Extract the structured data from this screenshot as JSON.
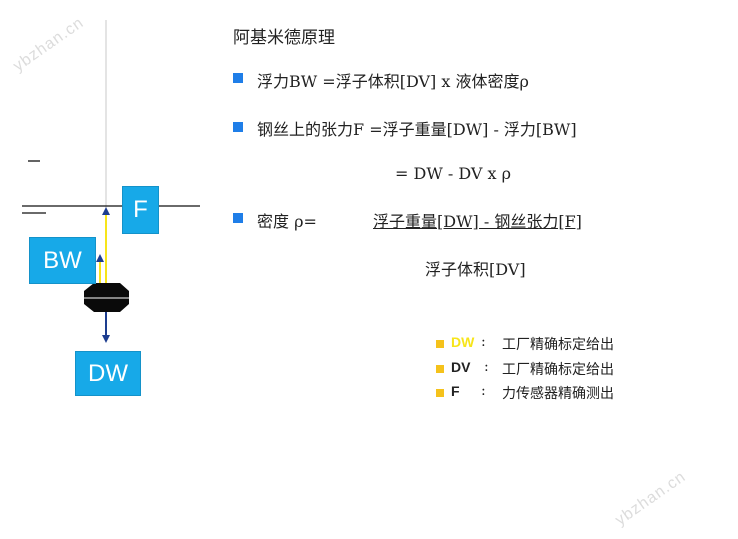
{
  "title": "阿基米德原理",
  "formulas": {
    "line1": "浮力BW =浮子体积[DV]  x 液体密度ρ",
    "line2": "钢丝上的张力F =浮子重量[DW] - 浮力[BW]",
    "line3": "= DW - DV  x ρ",
    "line4_label": "密度 ρ=",
    "line4_numerator": "浮子重量[DW] - 钢丝张力[F]",
    "line4_denominator": "浮子体积[DV]"
  },
  "diagram": {
    "box_f": "F",
    "box_bw": "BW",
    "box_dw": "DW",
    "dash_mark": "—"
  },
  "legend": [
    {
      "key": "DW",
      "sep": ":",
      "desc": "工厂精确标定给出",
      "key_color": "#f7e51a"
    },
    {
      "key": "DV",
      "sep": ":",
      "desc": "工厂精确标定给出",
      "key_color": "#111111"
    },
    {
      "key": "F",
      "sep": ":",
      "desc": "力传感器精确测出",
      "key_color": "#111111"
    }
  ],
  "watermark": "ybzhan.cn",
  "colors": {
    "bullet": "#1f7ee8",
    "box": "#17a9e8",
    "legend_square": "#f5c21b",
    "arrow_up": "#f7e51a",
    "arrow_down": "#1d3d8f"
  }
}
